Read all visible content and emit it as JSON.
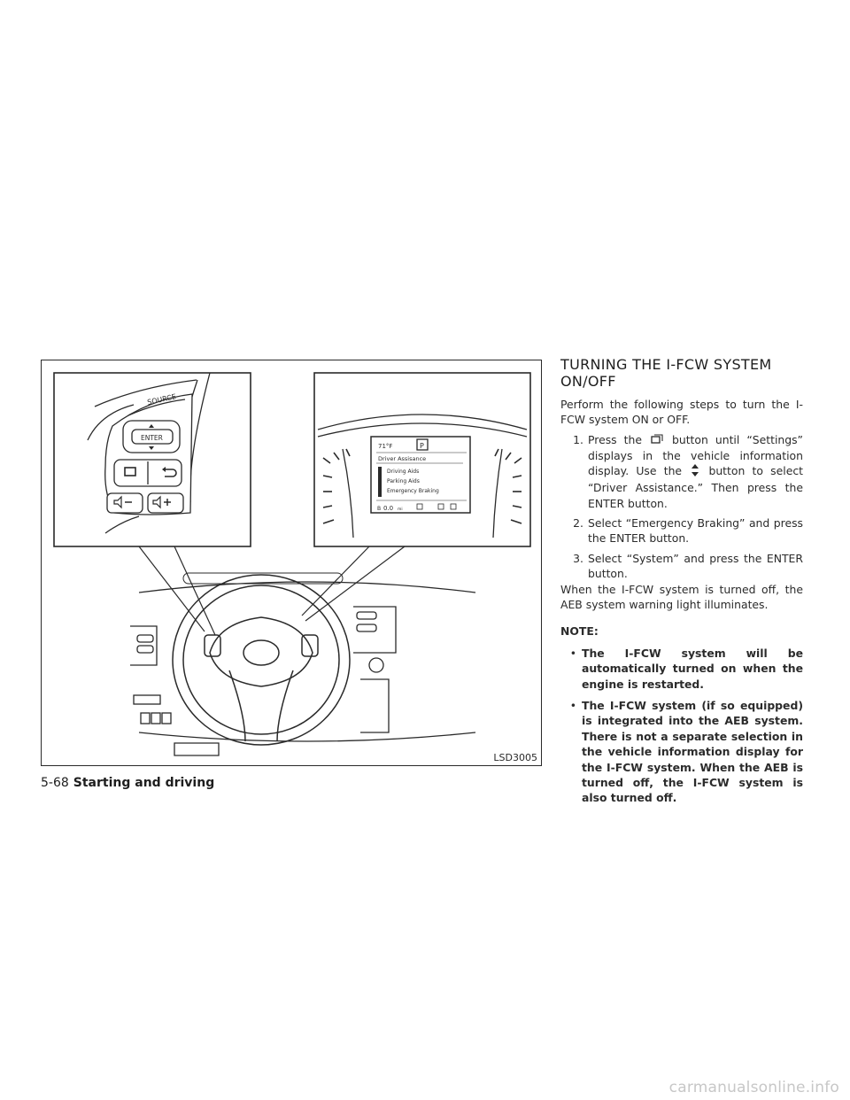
{
  "figure": {
    "code": "LSD3005",
    "switch_panel": {
      "source_label": "SOURCE",
      "enter_label": "ENTER"
    },
    "display": {
      "temperature": "71°F",
      "gear": "P",
      "menu_title": "Driver Assisance",
      "menu_items": [
        "Driving Aids",
        "Parking Aids",
        "Emergency Braking"
      ],
      "trip_label": "B",
      "trip_value": "0.0",
      "trip_unit": "mi"
    }
  },
  "section": {
    "heading_line1": "TURNING THE I-FCW SYSTEM",
    "heading_line2": "ON/OFF",
    "intro": "Perform the following steps to turn the I-FCW system ON or OFF.",
    "steps": [
      {
        "num": "1.",
        "part1": "Press the",
        "icon1": "menu-switch-icon",
        "part2": "button until “Settings” displays in the vehicle information display. Use the",
        "icon2": "up-down-arrows-icon",
        "part3": "button to select “Driver Assistance.” Then press the ENTER button."
      },
      {
        "num": "2.",
        "text": "Select “Emergency Braking” and press the ENTER button."
      },
      {
        "num": "3.",
        "text": "Select “System” and press the ENTER button."
      }
    ],
    "after_steps": "When the I-FCW system is turned off, the AEB system warning light illuminates.",
    "note_title": "NOTE:",
    "notes": [
      "The I-FCW system will be automatically turned on when the engine is restarted.",
      "The I-FCW system (if so equipped) is integrated into the AEB system. There is not a separate selection in the vehicle information display for the I-FCW system. When the AEB is turned off, the I-FCW system is also turned off."
    ]
  },
  "footer": {
    "page_number": "5-68",
    "section_title": "Starting and driving"
  },
  "watermark": "carmanualsonline.info"
}
